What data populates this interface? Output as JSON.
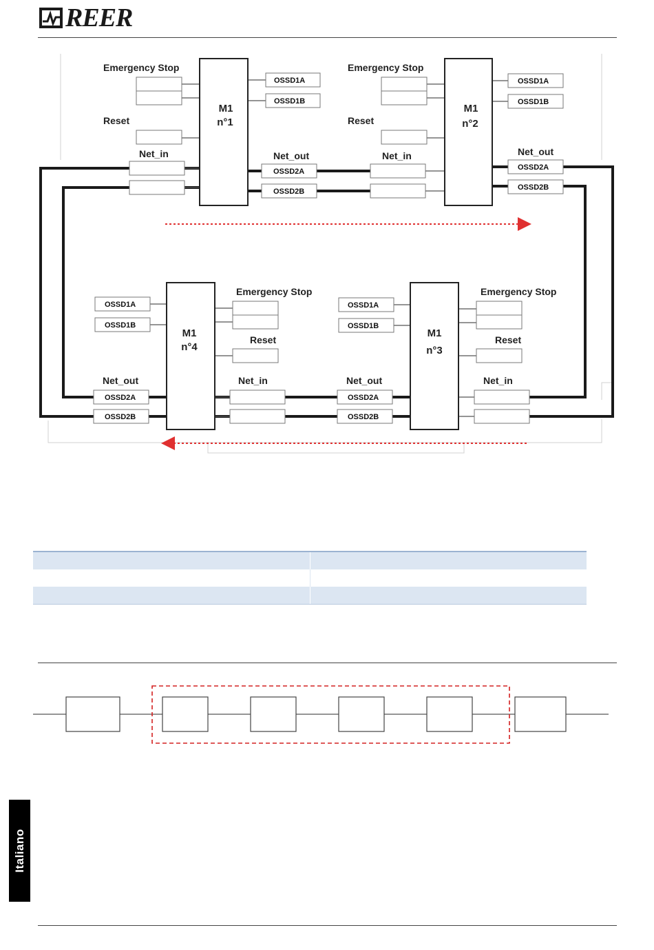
{
  "header": {
    "brand": "REER"
  },
  "diagram": {
    "labels": {
      "emergency_stop": "Emergency Stop",
      "reset": "Reset",
      "net_in": "Net_in",
      "net_out": "Net_out",
      "ossd1a": "OSSD1A",
      "ossd1b": "OSSD1B",
      "ossd2a": "OSSD2A",
      "ossd2b": "OSSD2B",
      "module": "M1"
    },
    "modules": [
      {
        "id": "n1",
        "name": "n°1"
      },
      {
        "id": "n2",
        "name": "n°2"
      },
      {
        "id": "n3",
        "name": "n°3"
      },
      {
        "id": "n4",
        "name": "n°4"
      }
    ],
    "flow_color": "#e03030"
  },
  "table": {
    "rows": 3
  },
  "chain": {
    "blocks": 6,
    "highlight_color": "#d42020"
  },
  "side_tab": {
    "language": "Italiano"
  }
}
